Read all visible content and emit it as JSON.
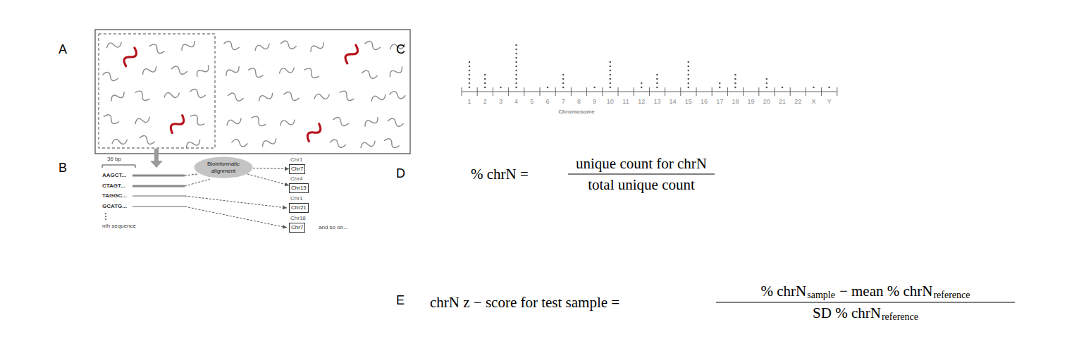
{
  "diagram": {
    "nodes": [
      {
        "text": [
          "Bioinformatic alignment"
        ]
      },
      {
        "text": [
          "Chr7"
        ]
      },
      {
        "text": [
          "Chr13"
        ]
      },
      {
        "text": [
          "Chr21"
        ]
      },
      {
        "text": [
          "Chr7"
        ]
      }
    ],
    "edges": [
      {
        "from": 0,
        "to": 1,
        "arrow": "to"
      },
      {
        "from": 0,
        "to": 2,
        "arrow": "to"
      }
    ],
    "labels": [
      "A",
      "B",
      "C",
      "D",
      "E",
      "36 bp",
      "AAGCT...",
      "CTAGT...",
      "TAGGC...",
      "GCATG...",
      "nth sequence",
      "Chr1",
      "Chr4",
      "Chr1",
      "Chr18",
      "and so on...",
      "1",
      "2",
      "3",
      "4",
      "5",
      "6",
      "7",
      "8",
      "9",
      "10",
      "11",
      "12",
      "13",
      "14",
      "15",
      "16",
      "17",
      "18",
      "19",
      "20",
      "21",
      "22",
      "X",
      "Y",
      "Chromosome",
      "% chrN =",
      "unique count for chrN",
      "total unique count",
      "chrN z − score for test sample =",
      "% chrN",
      "sample",
      "− mean % chrN",
      "reference",
      "SD % chrN",
      "reference"
    ]
  }
}
